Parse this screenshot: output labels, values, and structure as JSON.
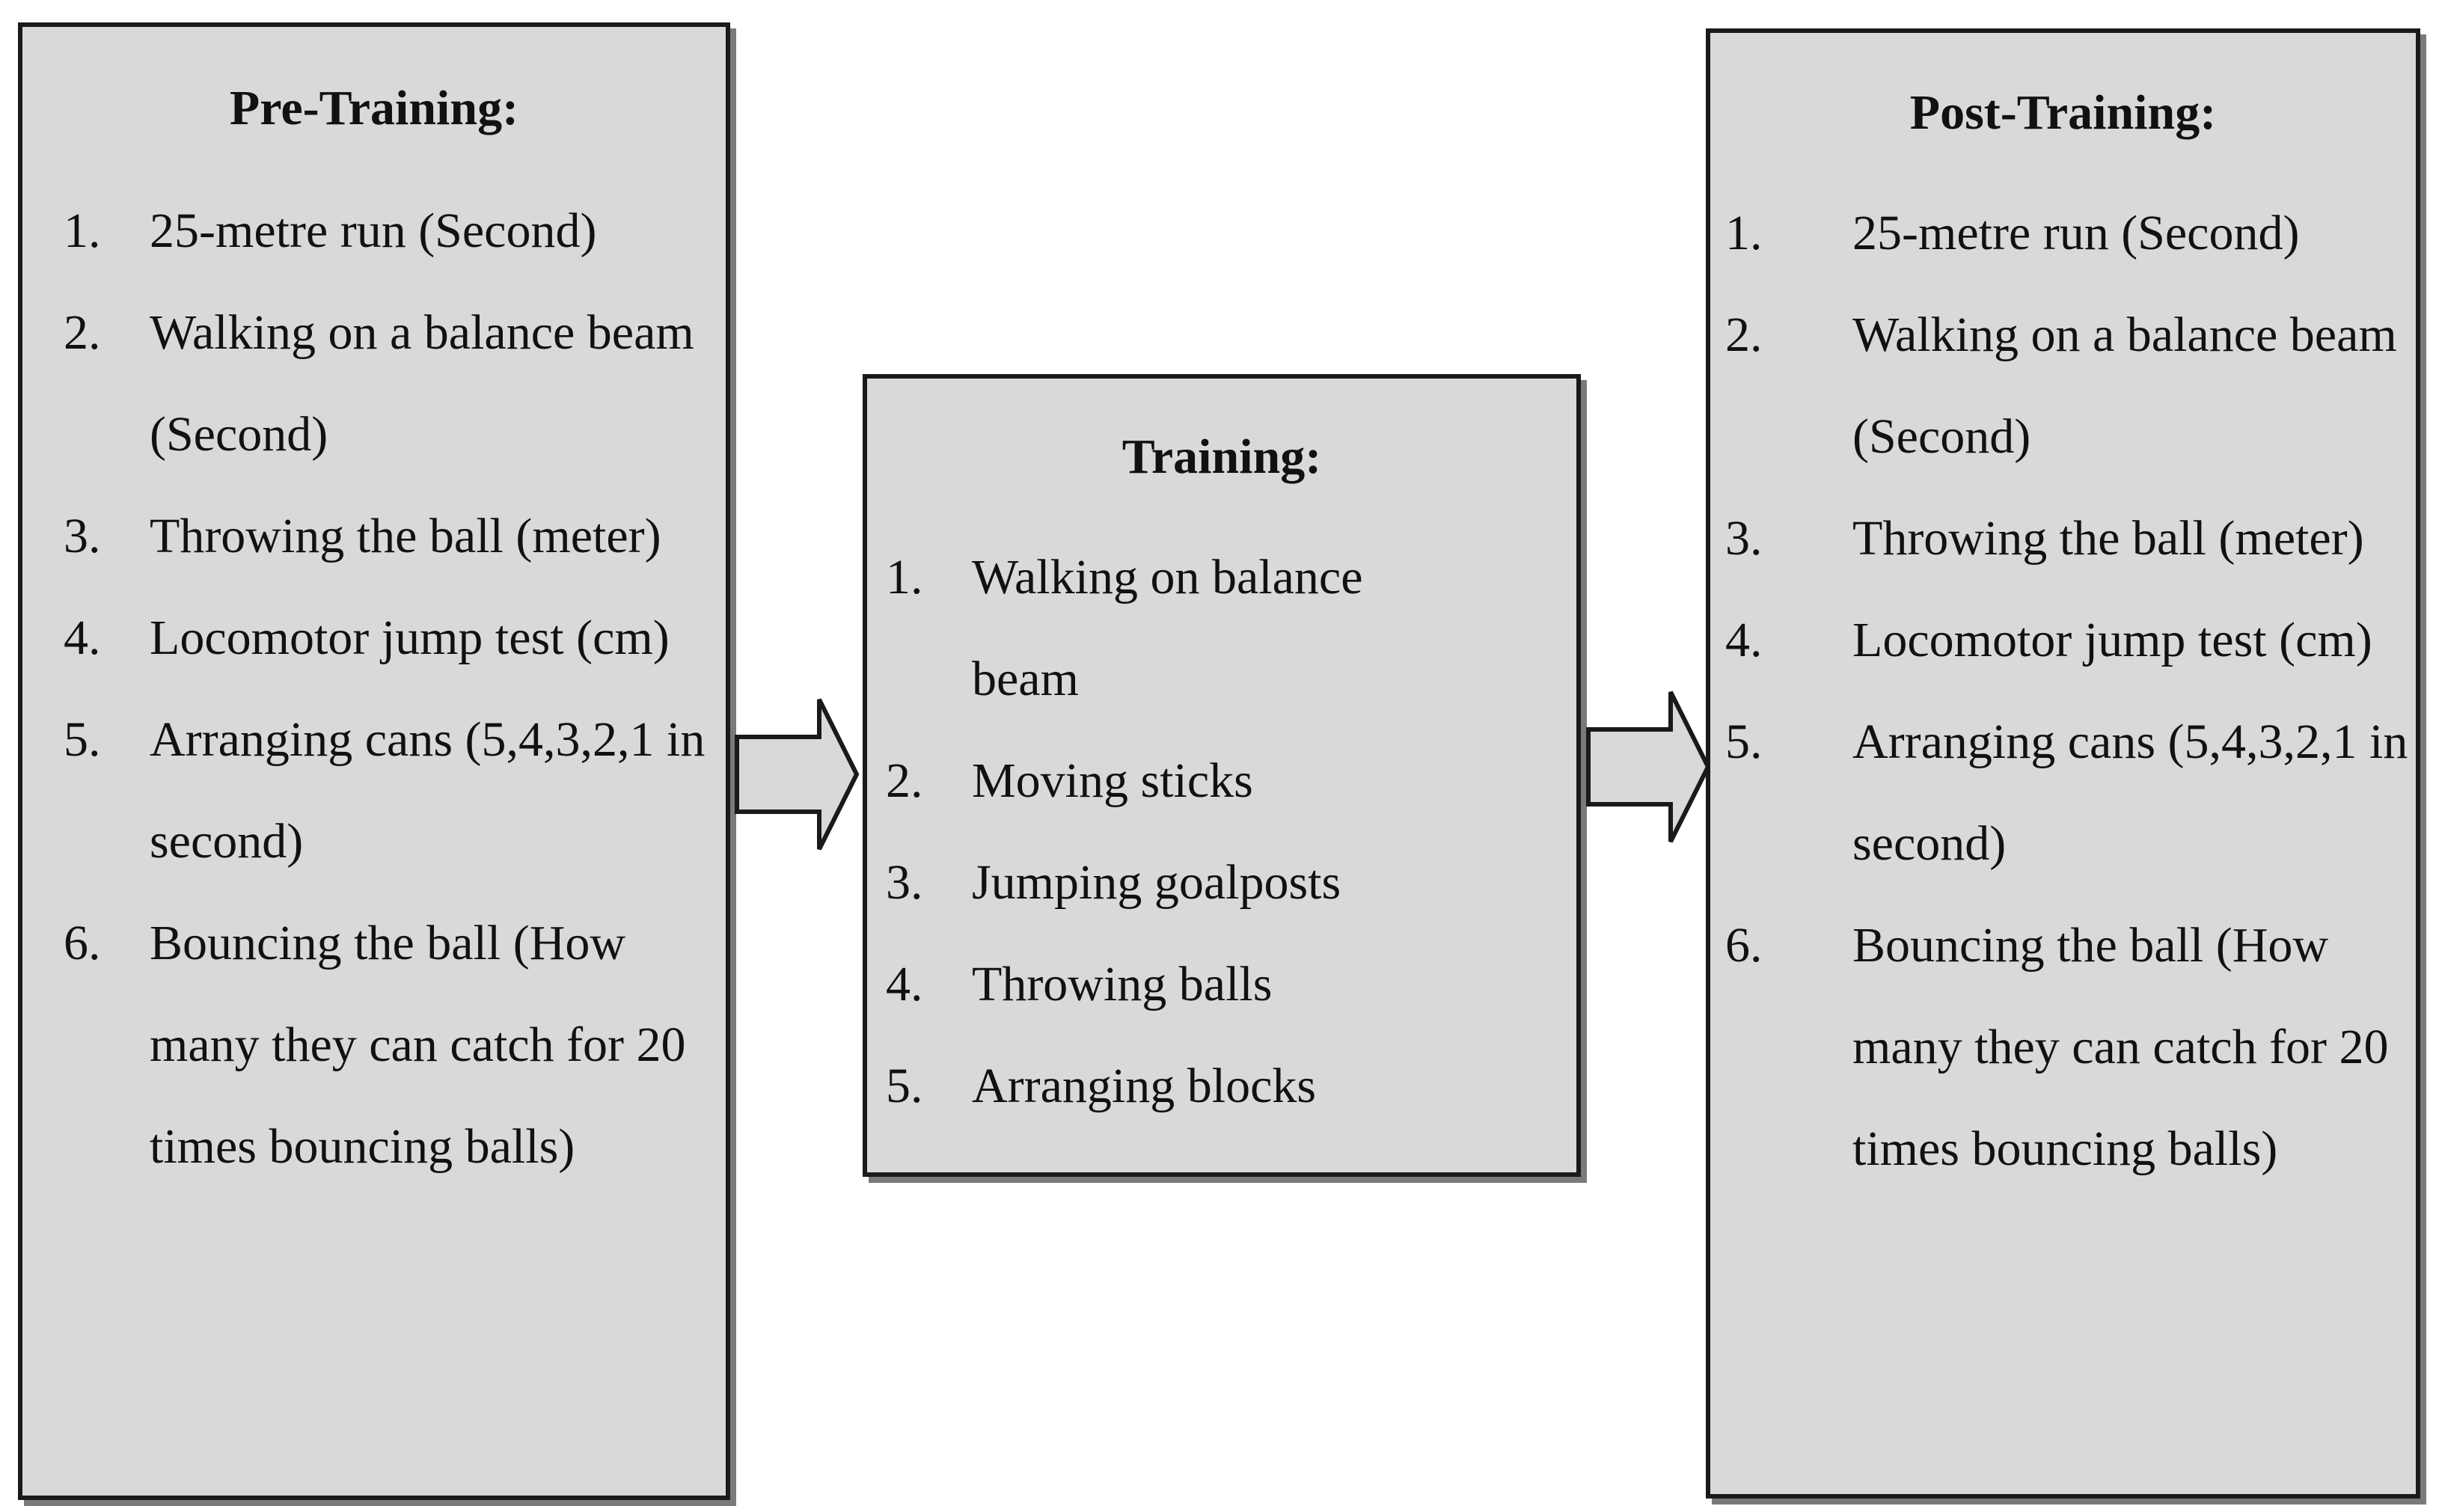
{
  "pre_training": {
    "title": "Pre-Training:",
    "items": [
      {
        "num": "1.",
        "text": "25-metre run (Second)"
      },
      {
        "num": "2.",
        "text": "Walking on a balance beam (Second)"
      },
      {
        "num": "3.",
        "text": "Throwing the ball (meter)"
      },
      {
        "num": "4.",
        "text": "Locomotor jump test (cm)"
      },
      {
        "num": "5.",
        "text": "Arranging cans (5,4,3,2,1 in second)"
      },
      {
        "num": "6.",
        "text": "Bouncing the ball (How many they can catch for 20 times bouncing balls)"
      }
    ]
  },
  "training": {
    "title": "Training:",
    "items": [
      {
        "num": "1.",
        "text": "Walking on balance beam"
      },
      {
        "num": "2.",
        "text": "Moving sticks"
      },
      {
        "num": "3.",
        "text": "Jumping goalposts"
      },
      {
        "num": "4.",
        "text": "Throwing balls"
      },
      {
        "num": "5.",
        "text": "Arranging blocks"
      }
    ]
  },
  "post_training": {
    "title": "Post-Training:",
    "items": [
      {
        "num": "1.",
        "text": "25-metre run (Second)"
      },
      {
        "num": "2.",
        "text": "Walking on a balance beam (Second)"
      },
      {
        "num": "3.",
        "text": "Throwing the ball (meter)"
      },
      {
        "num": "4.",
        "text": "Locomotor jump test (cm)"
      },
      {
        "num": "5.",
        "text": "Arranging cans (5,4,3,2,1 in second)"
      },
      {
        "num": "6.",
        "text": "Bouncing the ball (How many they can catch for 20 times bouncing balls)"
      }
    ]
  },
  "colors": {
    "box_fill": "#d9d9d9",
    "box_border": "#1a1a1a",
    "box_shadow": "#7a7a7a",
    "arrow_fill": "#d9d9d9"
  },
  "icons": {
    "arrow_1": "right-arrow-icon",
    "arrow_2": "right-arrow-icon"
  }
}
